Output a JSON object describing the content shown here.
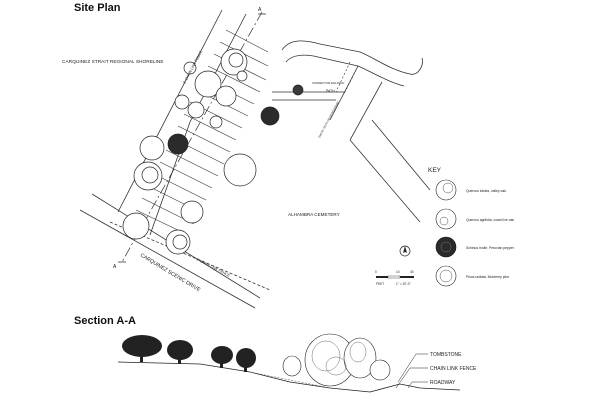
{
  "site_plan_title": "Site Plan",
  "section_title": "Section A-A",
  "labels": {
    "shoreline": "CARQUINEZ STRAIT REGIONAL SHORELINE",
    "cemetery": "ALHAMBRA CEMETERY",
    "drive": "CARQUINEZ SCENIC DRIVE",
    "fence_top": "6' CHAIN LINK FENCE",
    "fence_bottom": "6' CHAIN LINK FENCE",
    "path": "PATH",
    "connector": "CONNECTOR WALKWAY",
    "ramp": "ENTRY PATH FROM ROADWAY",
    "section_mark_top": "A",
    "section_mark_bottom": "A",
    "scale_feet": "FEET",
    "scale_ratio": "1\" = 20'-0\"",
    "scale_0": "0",
    "scale_10": "10",
    "scale_40": "40"
  },
  "key": {
    "title": "KEY",
    "items": [
      {
        "symbol": "open-tree",
        "label": "Quercus lobata, valley oak"
      },
      {
        "symbol": "open-tree",
        "label": "Quercus agrifolia, coast live oak"
      },
      {
        "symbol": "dark-tree",
        "label": "Schinus molle, Peruvian pepper"
      },
      {
        "symbol": "open-tree",
        "label": "Pinus radiata, Monterey pine"
      }
    ]
  },
  "section": {
    "tombstone": "TOMBSTONE",
    "fence": "CHAIN LINK FENCE",
    "roadway": "ROADWAY"
  }
}
